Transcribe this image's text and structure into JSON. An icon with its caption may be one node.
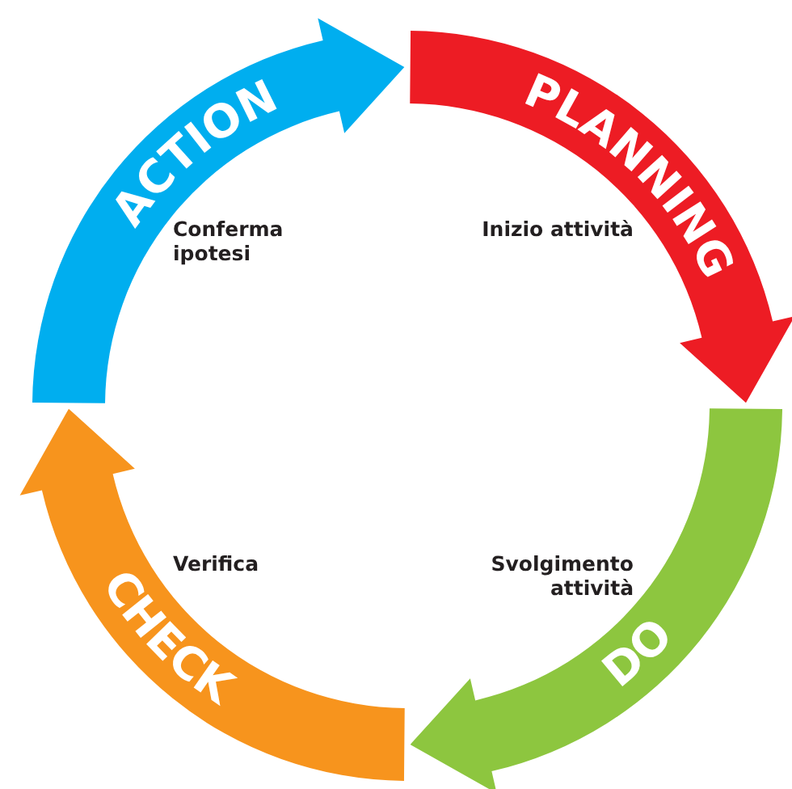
{
  "diagram": {
    "nodes": [
      {
        "text": [
          "PLANNING"
        ],
        "beside": [
          "Inizio attività"
        ]
      },
      {
        "text": [
          "DO"
        ],
        "beside": [
          "Svolgimento attività"
        ]
      },
      {
        "text": [
          "CHECK"
        ],
        "beside": [
          "Verifica"
        ]
      },
      {
        "text": [
          "ACTION"
        ],
        "beside": [
          "Conferma ipotesi"
        ]
      }
    ]
  }
}
